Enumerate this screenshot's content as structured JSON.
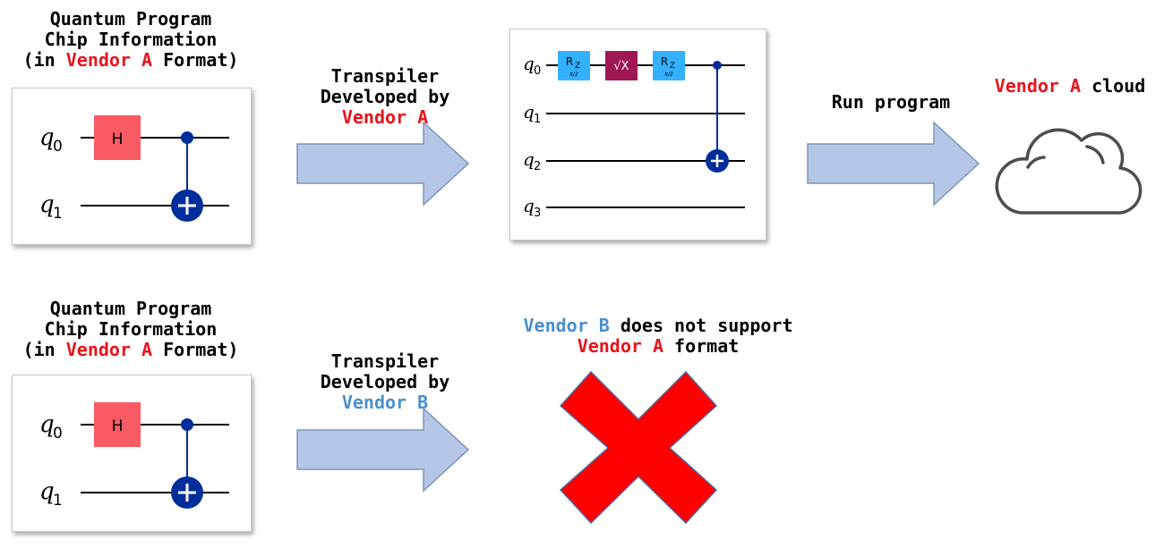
{
  "top_row": {
    "input_label": {
      "line1": "Quantum Program",
      "line2": "Chip Information",
      "line3_prefix": "(in ",
      "line3_vendor": "Vendor A",
      "line3_suffix": " Format)"
    },
    "input_circuit": {
      "qubits": [
        {
          "name": "q",
          "index": "0"
        },
        {
          "name": "q",
          "index": "1"
        }
      ],
      "gates": {
        "h_label": "H"
      }
    },
    "transpiler_label": {
      "line1": "Transpiler",
      "line2": "Developed by",
      "vendor": "Vendor A"
    },
    "output_circuit": {
      "qubits": [
        {
          "name": "q",
          "index": "0"
        },
        {
          "name": "q",
          "index": "1"
        },
        {
          "name": "q",
          "index": "2"
        },
        {
          "name": "q",
          "index": "3"
        }
      ],
      "gates": {
        "rz1_main": "R",
        "rz1_sub": "Z",
        "rz1_param": "π/2",
        "sx_label": "√X",
        "rz2_main": "R",
        "rz2_sub": "Z",
        "rz2_param": "π/2"
      }
    },
    "run_label": "Run program",
    "cloud_label": {
      "vendor": "Vendor A",
      "suffix": " cloud"
    }
  },
  "bottom_row": {
    "input_label": {
      "line1": "Quantum Program",
      "line2": "Chip Information",
      "line3_prefix": "(in ",
      "line3_vendor": "Vendor A",
      "line3_suffix": " Format)"
    },
    "input_circuit": {
      "qubits": [
        {
          "name": "q",
          "index": "0"
        },
        {
          "name": "q",
          "index": "1"
        }
      ],
      "gates": {
        "h_label": "H"
      }
    },
    "transpiler_label": {
      "line1": "Transpiler",
      "line2": "Developed by",
      "vendor": "Vendor B"
    },
    "error_label": {
      "line1_vendor": "Vendor B",
      "line1_suffix": " does not support",
      "line2_vendor": "Vendor A",
      "line2_suffix": " format"
    }
  },
  "colors": {
    "vendor_a": "#e8141b",
    "vendor_b": "#4a8fcf",
    "arrow_fill": "#b4c7e7",
    "arrow_stroke": "#7f95b8",
    "h_gate": "#fa5a64",
    "rz_gate": "#33b1ff",
    "sx_gate": "#9f1853",
    "control": "#002d9c",
    "cross": "#ff0000"
  }
}
